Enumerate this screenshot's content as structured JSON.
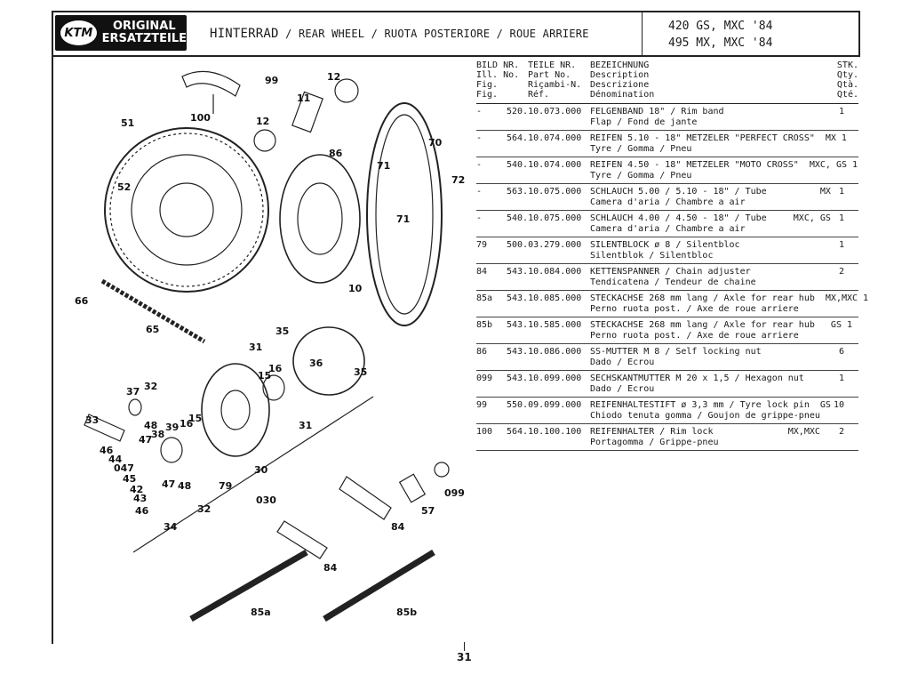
{
  "header": {
    "logo_badge": "KTM",
    "logo_line1": "ORIGINAL",
    "logo_line2": "ERSATZTEILE",
    "title_main": "HINTERRAD",
    "title_rest": " / REAR WHEEL / RUOTA POSTERIORE / ROUE ARRIERE",
    "model_line1": "420 GS, MXC '84",
    "model_line2": "495 MX, MXC '84"
  },
  "table": {
    "col_fig": [
      "BILD NR.",
      "Ill. No.",
      "Fig.",
      "Fig."
    ],
    "col_part": [
      "TEILE NR.",
      "Part No.",
      "Riçambi-N.",
      "Réf."
    ],
    "col_desc": [
      "BEZEICHNUNG",
      "Description",
      "Descrizione",
      "Dénomination"
    ],
    "col_qty": [
      "STK.",
      "Qty.",
      "Qtà.",
      "Qté."
    ],
    "rows": [
      {
        "fig": "-",
        "part": "520.10.073.000",
        "line1": "FELGENBAND 18\" / Rim band",
        "line2": "Flap / Fond de jante",
        "qty": "1"
      },
      {
        "fig": "-",
        "part": "564.10.074.000",
        "line1": "REIFEN 5.10 - 18\" METZELER \"PERFECT CROSS\"  MX",
        "line2": "Tyre / Gomma / Pneu",
        "qty": "1"
      },
      {
        "fig": "-",
        "part": "540.10.074.000",
        "line1": "REIFEN 4.50 - 18\" METZELER \"MOTO CROSS\"  MXC, GS",
        "line2": "Tyre / Gomma / Pneu",
        "qty": "1"
      },
      {
        "fig": "-",
        "part": "563.10.075.000",
        "line1": "SCHLAUCH 5.00 / 5.10 - 18\" / Tube          MX",
        "line2": "Camera d'aria / Chambre a air",
        "qty": "1"
      },
      {
        "fig": "-",
        "part": "540.10.075.000",
        "line1": "SCHLAUCH 4.00 / 4.50 - 18\" / Tube     MXC, GS",
        "line2": "Camera d'aria / Chambre a air",
        "qty": "1"
      },
      {
        "fig": "79",
        "part": "500.03.279.000",
        "line1": "SILENTBLOCK ø 8 / Silentbloc",
        "line2": "Silentblok / Silentbloc",
        "qty": "1"
      },
      {
        "fig": "84",
        "part": "543.10.084.000",
        "line1": "KETTENSPANNER / Chain adjuster",
        "line2": "Tendicatena / Tendeur de chaine",
        "qty": "2"
      },
      {
        "fig": "85a",
        "part": "543.10.085.000",
        "line1": "STECKACHSE 268 mm lang / Axle for rear hub  MX,MXC",
        "line2": "Perno ruota post. / Axe de roue arriere",
        "qty": "1"
      },
      {
        "fig": "85b",
        "part": "543.10.585.000",
        "line1": "STECKACHSE 268 mm lang / Axle for rear hub   GS",
        "line2": "Perno ruota post. / Axe de roue arriere",
        "qty": "1"
      },
      {
        "fig": "86",
        "part": "543.10.086.000",
        "line1": "SS-MUTTER M 8 / Self locking nut",
        "line2": "Dado / Ecrou",
        "qty": "6"
      },
      {
        "fig": "099",
        "part": "543.10.099.000",
        "line1": "SECHSKANTMUTTER M 20 x 1,5 / Hexagon nut",
        "line2": "Dado / Ecrou",
        "qty": "1"
      },
      {
        "fig": "99",
        "part": "550.09.099.000",
        "line1": "REIFENHALTESTIFT ø 3,3 mm / Tyre lock pin  GS",
        "line2": "Chiodo tenuta gomma / Goujon de grippe-pneu",
        "qty": "10"
      },
      {
        "fig": "100",
        "part": "564.10.100.100",
        "line1": "REIFENHALTER / Rim lock              MX,MXC",
        "line2": "Portagomma / Grippe-pneu",
        "qty": "2"
      }
    ]
  },
  "diagram_labels": {
    "l99": "99",
    "l12a": "12",
    "l11": "11",
    "l51": "51",
    "l100": "100",
    "l12b": "12",
    "l52": "52",
    "l86": "86",
    "l70": "70",
    "l71a": "71",
    "l72": "72",
    "l71b": "71",
    "l10": "10",
    "l66": "66",
    "l65": "65",
    "l35a": "35",
    "l31a": "31",
    "l36": "36",
    "l35b": "35",
    "l16a": "16",
    "l15a": "15",
    "l37": "37",
    "l32a": "32",
    "l33": "33",
    "l48a": "48",
    "l39": "39",
    "l16b": "16",
    "l15b": "15",
    "l38": "38",
    "l47a": "47",
    "l46a": "46",
    "l44": "44",
    "l047": "047",
    "l45": "45",
    "l31b": "31",
    "l42": "42",
    "l43": "43",
    "l47b": "47",
    "l48b": "48",
    "l46b": "46",
    "l79": "79",
    "l30": "30",
    "l030": "030",
    "l32b": "32",
    "l34": "34",
    "l099": "099",
    "l57": "57",
    "l84a": "84",
    "l84b": "84",
    "l85a": "85a",
    "l85b": "85b"
  },
  "footer": {
    "page": "31"
  }
}
